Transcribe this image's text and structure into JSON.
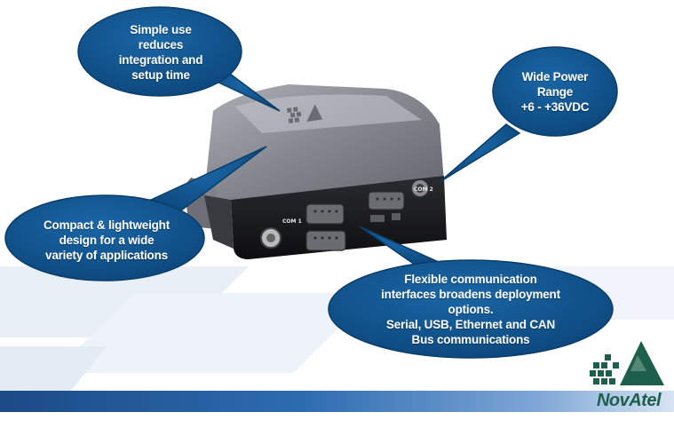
{
  "callouts": {
    "simple_use": [
      "Simple use",
      "reduces",
      "integration and",
      "setup time"
    ],
    "power": [
      "Wide Power",
      "Range",
      "+6 - +36VDC"
    ],
    "compact": [
      "Compact & lightweight",
      "design for a  wide",
      "variety of applications"
    ],
    "flexible": [
      "Flexible communication",
      "interfaces broadens deployment",
      "options.",
      "Serial, USB, Ethernet and CAN",
      "Bus communications"
    ]
  },
  "device": {
    "port_com1": "COM 1",
    "port_com2": "COM 2"
  },
  "logo": {
    "text": "NovAtel"
  },
  "colors": {
    "bubble": "#0d4f86",
    "bubble_edge": "#0a3d69",
    "logo_green": "#1d5f4a",
    "bar_dark": "#1b4a86"
  }
}
